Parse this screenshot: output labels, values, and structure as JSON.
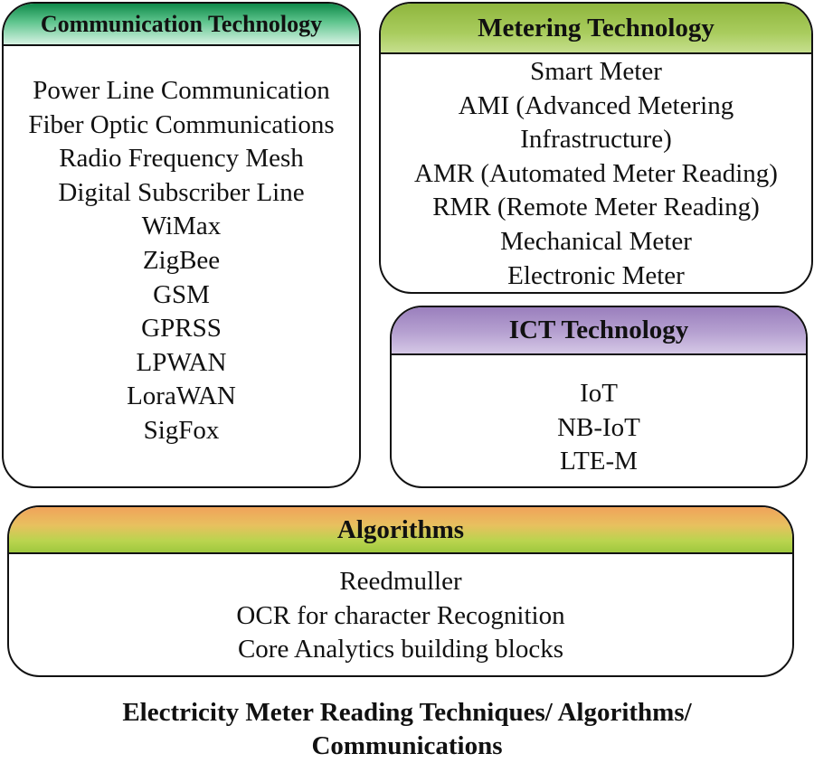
{
  "communication": {
    "title": "Communication Technology",
    "items": [
      "Power Line Communication",
      "Fiber Optic Communications",
      "Radio Frequency Mesh",
      "Digital Subscriber Line",
      "WiMax",
      "ZigBee",
      "GSM",
      "GPRSS",
      "LPWAN",
      "LoraWAN",
      "SigFox"
    ],
    "header_color": "#2f9e63"
  },
  "metering": {
    "title": "Metering Technology",
    "items": [
      "Smart Meter",
      "AMI (Advanced Metering",
      "Infrastructure)",
      "AMR (Automated Meter Reading)",
      "RMR (Remote Meter Reading)",
      "Mechanical Meter",
      "Electronic Meter"
    ],
    "header_color": "#9bc24c"
  },
  "ict": {
    "title": "ICT Technology",
    "items": [
      "IoT",
      "NB-IoT",
      "LTE-M"
    ],
    "header_color": "#a891c8"
  },
  "algorithms": {
    "title": "Algorithms",
    "items": [
      "Reedmuller",
      "OCR for character Recognition",
      "Core Analytics building blocks"
    ],
    "header_color": "#d7c45a"
  },
  "caption": {
    "line1": "Electricity Meter Reading Techniques/ Algorithms/",
    "line2": "Communications"
  }
}
